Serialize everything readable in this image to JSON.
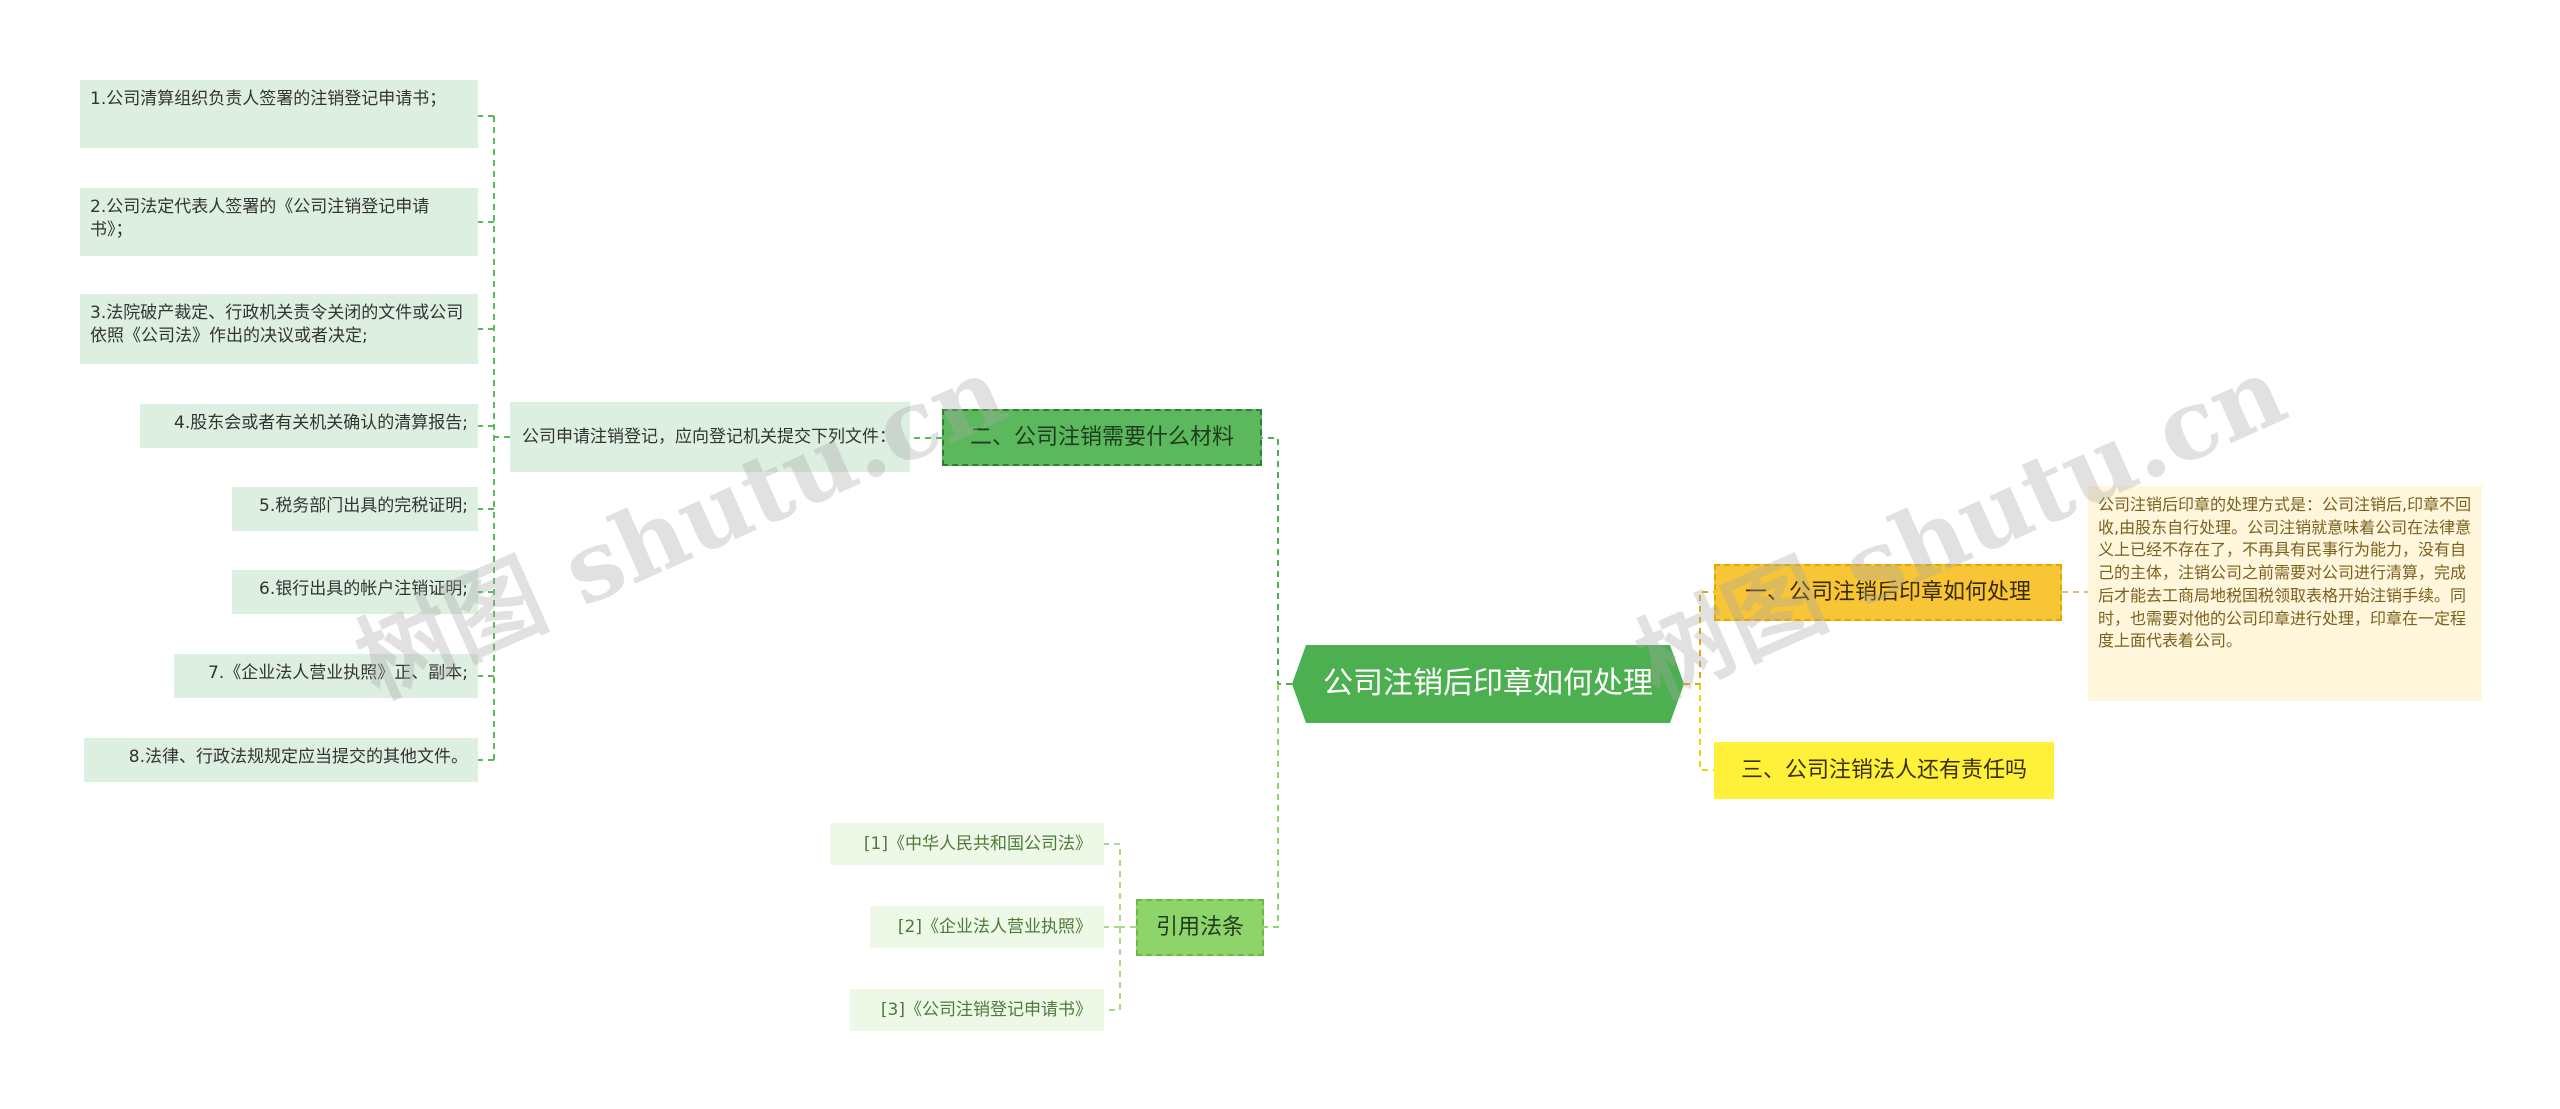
{
  "root": {
    "label": "公司注销后印章如何处理"
  },
  "branches": {
    "material": {
      "label": "二、公司注销需要什么材料",
      "intro": "公司申请注销登记，应向登记机关提交下列文件：",
      "items": [
        "1.公司清算组织负责人签署的注销登记申请书；",
        "2.公司法定代表人签署的《公司注销登记申请书》；",
        "3.法院破产裁定、行政机关责令关闭的文件或公司依照《公司法》作出的决议或者决定;",
        "4.股东会或者有关机关确认的清算报告;",
        "5.税务部门出具的完税证明;",
        "6.银行出具的帐户注销证明;",
        "7.《企业法人营业执照》正、副本;",
        "8.法律、行政法规规定应当提交的其他文件。"
      ]
    },
    "law": {
      "label": "引用法条",
      "items": [
        "[1]《中华人民共和国公司法》",
        "[2]《企业法人营业执照》",
        "[3]《公司注销登记申请书》"
      ]
    },
    "seal": {
      "label": "一、公司注销后印章如何处理",
      "detail": "公司注销后印章的处理方式是：公司注销后,印章不回收,由股东自行处理。公司注销就意味着公司在法律意义上已经不存在了，不再具有民事行为能力，没有自己的主体，注销公司之前需要对公司进行清算，完成后才能去工商局地税国税领取表格开始注销手续。同时，也需要对他的公司印章进行处理，印章在一定程度上面代表着公司。"
    },
    "liability": {
      "label": "三、公司注销法人还有责任吗"
    }
  },
  "watermark": "树图 shutu.cn",
  "colors": {
    "root": "#4caf50",
    "material": "#5cb85c",
    "law": "#8fd46a",
    "seal": "#f8c537",
    "liability": "#fff13a",
    "leaf": "#dcefe0",
    "detail": "#fff6dc"
  }
}
